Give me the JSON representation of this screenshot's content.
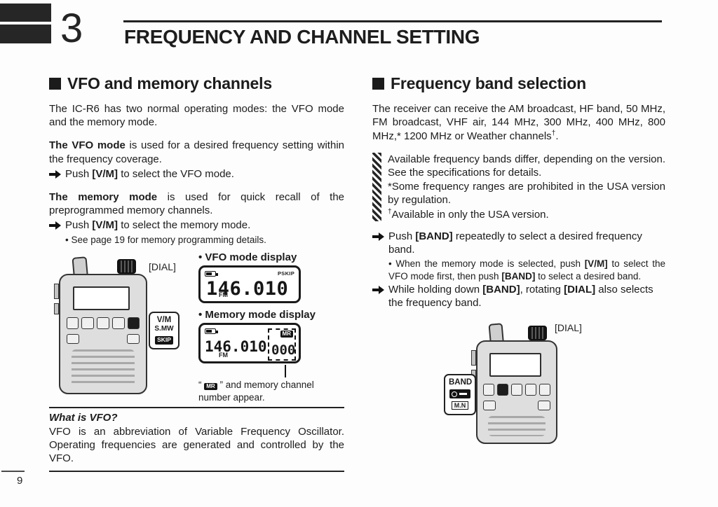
{
  "header": {
    "chapter_number": "3",
    "title": "FREQUENCY AND CHANNEL SETTING"
  },
  "footer": {
    "page_number": "9"
  },
  "left": {
    "heading": "VFO and memory channels",
    "intro": "The IC-R6 has two normal operating modes: the VFO mode and the memory mode.",
    "vfo_mode_parts": [
      {
        "t": "The VFO mode",
        "b": true
      },
      {
        "t": " is used for a desired frequency setting within the frequency coverage."
      }
    ],
    "vfo_push_parts": [
      {
        "t": "Push "
      },
      {
        "t": "[V/M]",
        "b": true
      },
      {
        "t": " to select the VFO mode."
      }
    ],
    "memory_mode_parts": [
      {
        "t": "The memory mode",
        "b": true
      },
      {
        "t": " is used for quick recall of the preprogrammed memory channels."
      }
    ],
    "memory_push_parts": [
      {
        "t": "Push "
      },
      {
        "t": "[V/M]",
        "b": true
      },
      {
        "t": " to select the memory mode."
      }
    ],
    "memory_note": "• See page 19 for memory programming details.",
    "figure": {
      "dial_label": "[DIAL]",
      "vm_button": {
        "line1": "V/M",
        "line2": "S.MW",
        "line3": "SKIP"
      },
      "vfo_display_label": "• VFO mode display",
      "memory_display_label": "• Memory mode display",
      "lcd": {
        "frequency": "146.010",
        "mode": "FM",
        "pskip": "PSKIP",
        "mr": "MR",
        "channel": "000"
      },
      "caption_open": "“ ",
      "caption_close": " ” and memory channel number appear."
    },
    "what_is_vfo": {
      "heading": "What is VFO?",
      "body": "VFO is an abbreviation of Variable Frequency Oscillator. Operating frequencies are generated and controlled by the VFO."
    }
  },
  "right": {
    "heading": "Frequency band selection",
    "intro_parts": [
      {
        "t": "The receiver can receive the AM broadcast, HF band, 50 MHz, FM broadcast, VHF air, 144 MHz, 300 MHz, 400 MHz, 800 MHz,* 1200 MHz or Weather channels"
      },
      {
        "t": "†",
        "s": true
      },
      {
        "t": "."
      }
    ],
    "note_line1": "Available frequency bands differ, depending on the version. See the specifications for details.",
    "note_line2": "*Some frequency ranges are prohibited in the USA version by regulation.",
    "note_line3_parts": [
      {
        "t": "†",
        "s": true
      },
      {
        "t": "Available in only the USA version."
      }
    ],
    "band_push_parts": [
      {
        "t": "Push "
      },
      {
        "t": "[BAND]",
        "b": true
      },
      {
        "t": " repeatedly to select a desired frequency band."
      }
    ],
    "band_sub_parts": [
      {
        "t": "• When the memory mode is selected, push "
      },
      {
        "t": "[V/M]",
        "b": true
      },
      {
        "t": " to select the VFO mode first, then push "
      },
      {
        "t": "[BAND]",
        "b": true
      },
      {
        "t": " to select a desired band."
      }
    ],
    "band_hold_parts": [
      {
        "t": "While holding down "
      },
      {
        "t": "[BAND]",
        "b": true
      },
      {
        "t": ", rotating "
      },
      {
        "t": "[DIAL]",
        "b": true
      },
      {
        "t": " also selects the frequency band."
      }
    ],
    "figure": {
      "dial_label": "[DIAL]",
      "band_button": {
        "line1": "BAND",
        "mn": "M.N"
      }
    }
  }
}
